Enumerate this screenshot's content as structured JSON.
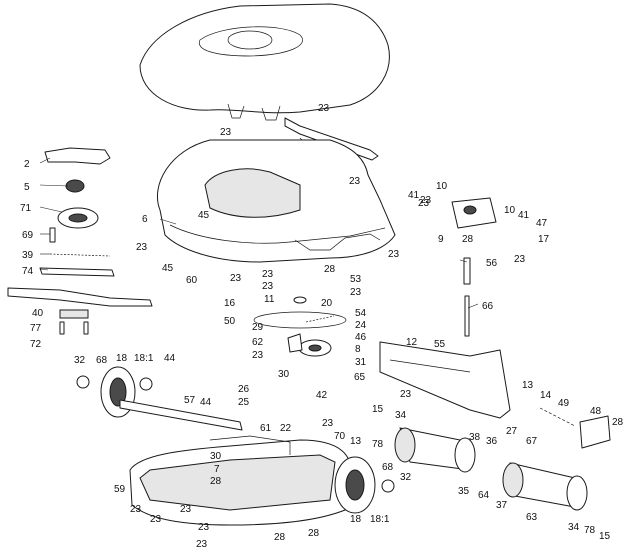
{
  "diagram": {
    "type": "exploded-parts-diagram",
    "callouts": [
      {
        "id": "c01",
        "text": "23"
      },
      {
        "id": "c02",
        "text": "23"
      },
      {
        "id": "c03",
        "text": "2"
      },
      {
        "id": "c04",
        "text": "23"
      },
      {
        "id": "c05",
        "text": "5"
      },
      {
        "id": "c06",
        "text": "71"
      },
      {
        "id": "c07",
        "text": "6"
      },
      {
        "id": "c08",
        "text": "45"
      },
      {
        "id": "c09",
        "text": "69"
      },
      {
        "id": "c10",
        "text": "23"
      },
      {
        "id": "c11",
        "text": "39"
      },
      {
        "id": "c12",
        "text": "45"
      },
      {
        "id": "c13",
        "text": "74"
      },
      {
        "id": "c14",
        "text": "60"
      },
      {
        "id": "c15",
        "text": "23"
      },
      {
        "id": "c16",
        "text": "23"
      },
      {
        "id": "c17",
        "text": "23"
      },
      {
        "id": "c18",
        "text": "11"
      },
      {
        "id": "c19",
        "text": "16"
      },
      {
        "id": "c20",
        "text": "20"
      },
      {
        "id": "c21",
        "text": "40"
      },
      {
        "id": "c22",
        "text": "50"
      },
      {
        "id": "c23",
        "text": "29"
      },
      {
        "id": "c24",
        "text": "54"
      },
      {
        "id": "c25",
        "text": "24"
      },
      {
        "id": "c26",
        "text": "77"
      },
      {
        "id": "c27",
        "text": "72"
      },
      {
        "id": "c28",
        "text": "62"
      },
      {
        "id": "c29",
        "text": "23"
      },
      {
        "id": "c30",
        "text": "46"
      },
      {
        "id": "c31",
        "text": "8"
      },
      {
        "id": "c32",
        "text": "31"
      },
      {
        "id": "c33",
        "text": "32"
      },
      {
        "id": "c34",
        "text": "68"
      },
      {
        "id": "c35",
        "text": "18"
      },
      {
        "id": "c36",
        "text": "18:1"
      },
      {
        "id": "c37",
        "text": "44"
      },
      {
        "id": "c38",
        "text": "30"
      },
      {
        "id": "c39",
        "text": "65"
      },
      {
        "id": "c40",
        "text": "26"
      },
      {
        "id": "c41",
        "text": "25"
      },
      {
        "id": "c42",
        "text": "42"
      },
      {
        "id": "c43",
        "text": "57"
      },
      {
        "id": "c44",
        "text": "44"
      },
      {
        "id": "c45",
        "text": "61"
      },
      {
        "id": "c46",
        "text": "22"
      },
      {
        "id": "c47",
        "text": "23"
      },
      {
        "id": "c48",
        "text": "70"
      },
      {
        "id": "c49",
        "text": "13"
      },
      {
        "id": "c50",
        "text": "15"
      },
      {
        "id": "c51",
        "text": "78"
      },
      {
        "id": "c52",
        "text": "34"
      },
      {
        "id": "c53",
        "text": "30"
      },
      {
        "id": "c54",
        "text": "7"
      },
      {
        "id": "c55",
        "text": "28"
      },
      {
        "id": "c56",
        "text": "59"
      },
      {
        "id": "c57",
        "text": "23"
      },
      {
        "id": "c58",
        "text": "23"
      },
      {
        "id": "c59",
        "text": "23"
      },
      {
        "id": "c60",
        "text": "23"
      },
      {
        "id": "c61",
        "text": "23"
      },
      {
        "id": "c62",
        "text": "28"
      },
      {
        "id": "c63",
        "text": "68"
      },
      {
        "id": "c64",
        "text": "32"
      },
      {
        "id": "c65",
        "text": "18"
      },
      {
        "id": "c66",
        "text": "18:1"
      },
      {
        "id": "c67",
        "text": "38"
      },
      {
        "id": "c68",
        "text": "36"
      },
      {
        "id": "c69",
        "text": "35"
      },
      {
        "id": "c70",
        "text": "64"
      },
      {
        "id": "c71",
        "text": "37"
      },
      {
        "id": "c72",
        "text": "63"
      },
      {
        "id": "c73",
        "text": "34"
      },
      {
        "id": "c74",
        "text": "78"
      },
      {
        "id": "c75",
        "text": "15"
      },
      {
        "id": "c76",
        "text": "23"
      },
      {
        "id": "c77",
        "text": "10"
      },
      {
        "id": "c78",
        "text": "41"
      },
      {
        "id": "c79",
        "text": "23"
      },
      {
        "id": "c80",
        "text": "9"
      },
      {
        "id": "c81",
        "text": "28"
      },
      {
        "id": "c82",
        "text": "10"
      },
      {
        "id": "c83",
        "text": "41"
      },
      {
        "id": "c84",
        "text": "47"
      },
      {
        "id": "c85",
        "text": "17"
      },
      {
        "id": "c86",
        "text": "23"
      },
      {
        "id": "c87",
        "text": "23"
      },
      {
        "id": "c88",
        "text": "56"
      },
      {
        "id": "c89",
        "text": "53"
      },
      {
        "id": "c90",
        "text": "23"
      },
      {
        "id": "c91",
        "text": "66"
      },
      {
        "id": "c92",
        "text": "55"
      },
      {
        "id": "c93",
        "text": "12"
      },
      {
        "id": "c94",
        "text": "23"
      },
      {
        "id": "c95",
        "text": "13"
      },
      {
        "id": "c96",
        "text": "14"
      },
      {
        "id": "c97",
        "text": "49"
      },
      {
        "id": "c98",
        "text": "48"
      },
      {
        "id": "c99",
        "text": "28"
      },
      {
        "id": "c100",
        "text": "27"
      },
      {
        "id": "c101",
        "text": "67"
      },
      {
        "id": "c102",
        "text": "28"
      },
      {
        "id": "c103",
        "text": "28"
      }
    ]
  }
}
